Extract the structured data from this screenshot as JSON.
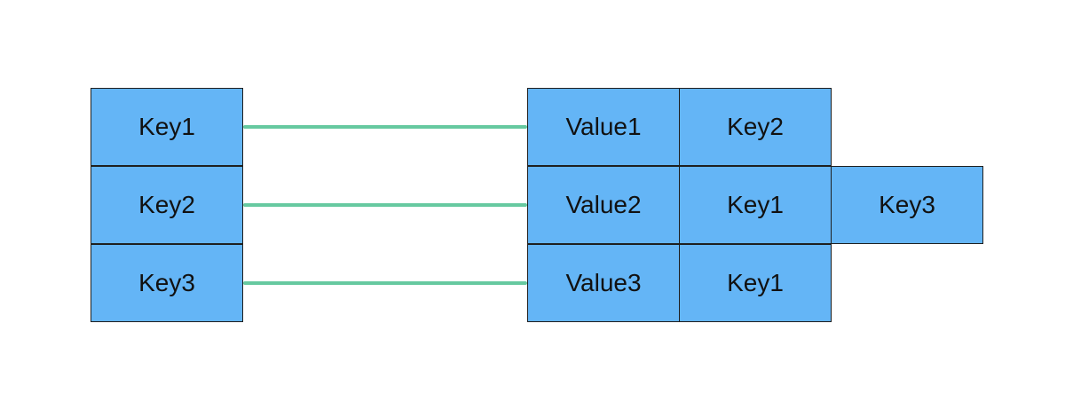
{
  "colors": {
    "cell_fill": "#64b5f6",
    "cell_border": "#1f1f1f",
    "connector": "#66c9a0",
    "background": "#ffffff"
  },
  "keys": [
    "Key1",
    "Key2",
    "Key3"
  ],
  "rows": [
    {
      "value": "Value1",
      "items": [
        "Key2"
      ]
    },
    {
      "value": "Value2",
      "items": [
        "Key1",
        "Key3"
      ]
    },
    {
      "value": "Value3",
      "items": [
        "Key1"
      ]
    }
  ]
}
